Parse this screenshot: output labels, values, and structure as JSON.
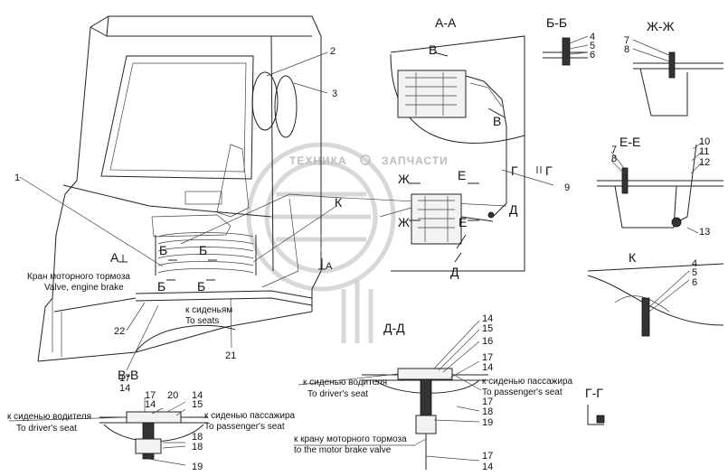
{
  "watermark": {
    "text_left": "ТЕХНИКА",
    "text_right": "ЗАПЧАСТИ",
    "logo": "ЭПР"
  },
  "section_titles": {
    "aa": "А-А",
    "bb": "Б-Б",
    "zhzh": "Ж-Ж",
    "ee": "Е-Е",
    "k": "К",
    "dd": "Д-Д",
    "vv": "В-В",
    "gg": "Г-Г"
  },
  "view_marks": {
    "a_left": "А",
    "a_mid": "А",
    "b1": "Б",
    "b2": "Б",
    "b3": "Б",
    "b4": "Б",
    "k": "К",
    "v1": "В",
    "v2": "В",
    "zh1": "Ж",
    "zh2": "Ж",
    "e1": "Е",
    "e2": "Е",
    "d1": "Д",
    "d2": "Д",
    "g1": "Г",
    "g2": "Г"
  },
  "callouts": {
    "n1": "1",
    "n2": "2",
    "n3": "3",
    "n9": "9",
    "n21": "21",
    "n22": "22",
    "bb_4": "4",
    "bb_5": "5",
    "bb_6": "6",
    "zh_7": "7",
    "zh_8": "8",
    "ee_7": "7",
    "ee_8": "8",
    "ee_10": "10",
    "ee_11": "11",
    "ee_12": "12",
    "ee_13": "13",
    "k_4": "4",
    "k_5": "5",
    "k_6": "6",
    "dd_14a": "14",
    "dd_15": "15",
    "dd_16": "16",
    "dd_17a": "17",
    "dd_14b": "14",
    "dd_18": "18",
    "dd_17b": "17",
    "dd_19": "19",
    "dd_17c": "17",
    "dd_14c": "14",
    "vv_17a": "17",
    "vv_14a": "14",
    "vv_17b": "17",
    "vv_14b": "14",
    "vv_20": "20",
    "vv_14c": "14",
    "vv_15": "15",
    "vv_18a": "18",
    "vv_18b": "18",
    "vv_19": "19"
  },
  "captions": {
    "brake_ru": "Кран моторного тормоза",
    "brake_en": "Valve, engine brake",
    "seats_ru": "к сиденьям",
    "seats_en": "To seats",
    "dd_driver_ru": "к сиденью водителя",
    "dd_driver_en": "To driver's seat",
    "dd_pass_ru": "к сиденью пассажира",
    "dd_pass_en": "To passenger's seat",
    "dd_brake_ru": "к крану моторного тормоза",
    "dd_brake_en": "to the motor brake valve",
    "vv_driver_ru": "к сиденью водителя",
    "vv_driver_en": "To driver's seat",
    "vv_pass_ru": "к сиденью пассажира",
    "vv_pass_en": "To passenger's seat"
  }
}
